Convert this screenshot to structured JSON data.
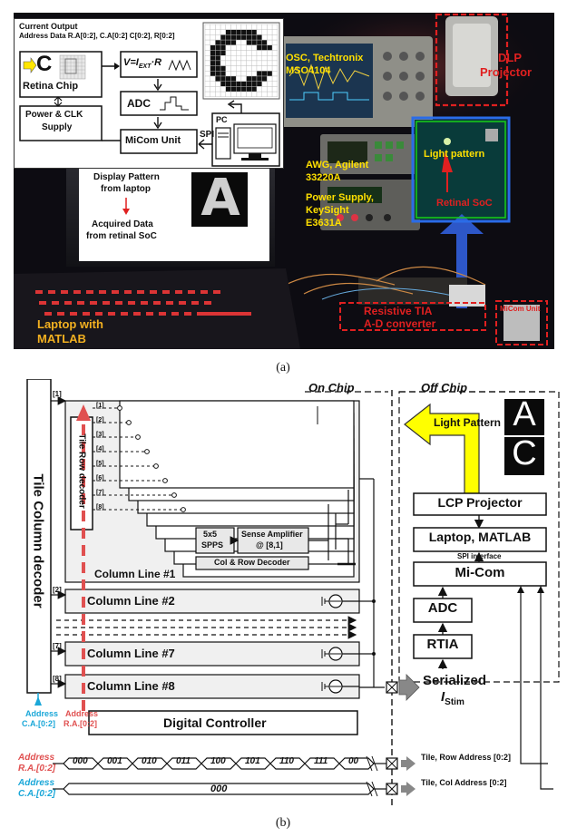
{
  "figure": {
    "caption_a": "(a)",
    "caption_b": "(b)"
  },
  "panel_a": {
    "inset": {
      "title": "Current Output",
      "address_line": "Address Data R.A[0:2], C.A[0:2] C[0:2], R[0:2]",
      "chip_letter": "C",
      "retina_chip": "Retina Chip",
      "power_clk_line1": "Power & CLK",
      "power_clk_line2": "Supply",
      "formula": "V=I",
      "formula_sub": "EXT",
      "formula_tail": "·R",
      "adc": "ADC",
      "micom": "MiCom Unit",
      "spi": "SPI",
      "pc": "PC"
    },
    "laptop": {
      "display_line1": "Display Pattern",
      "display_line2": "from laptop",
      "acquired_line1": "Acquired Data",
      "acquired_line2": "from retinal SoC",
      "acquired_letter": "A",
      "label_line1": "Laptop with",
      "label_line2": "MATLAB"
    },
    "instruments": {
      "osc_line1": "OSC, Techtronix",
      "osc_line2": "MSO4104",
      "awg_line1": "AWG, Agilent",
      "awg_line2": "33220A",
      "psu_line1": "Power Supply,",
      "psu_line2": "KeySight",
      "psu_line3": "E3631A",
      "dlp_line1": "DLP",
      "dlp_line2": "Projector",
      "light_pattern": "Light pattern",
      "retinal_soc": "Retinal SoC",
      "tia_line1": "Resistive TIA",
      "tia_line2": "A-D converter",
      "micom_unit": "MiCom Unit"
    },
    "colors": {
      "highlight_red": "#e02020",
      "highlight_yellow": "#ffe600",
      "highlight_green": "#18d018",
      "highlight_blue": "#2a6ce8"
    }
  },
  "panel_b": {
    "on_chip": "On Chip",
    "off_chip": "Off Chip",
    "tile_column_decoder": "Tile Column decoder",
    "tile_row_decoder": "Tile Row decoder",
    "input_index_1": "[1]",
    "row_indices": [
      "[1]",
      "[2]",
      "[3]",
      "[4]",
      "[5]",
      "[6]",
      "[7]",
      "[8]"
    ],
    "sspps_line1": "5x5",
    "sspps_line2": "SPPS",
    "sense_amp_line1": "Sense Amplifier",
    "sense_amp_line2": "@ [8,1]",
    "col_row_decoder": "Col & Row Decoder",
    "column_lines": [
      {
        "index": "[1]",
        "label": "Column Line #1"
      },
      {
        "index": "[2]",
        "label": "Column Line #2"
      },
      {
        "index": "[7]",
        "label": "Column Line #7"
      },
      {
        "index": "[8]",
        "label": "Column Line #8"
      }
    ],
    "digital_controller": "Digital Controller",
    "address_ca_line1": "Address",
    "address_ca_line2": "C.A.[0:2]",
    "address_ra_line1": "Address",
    "address_ra_line2": "R.A.[0:2]",
    "light_pattern": "Light Pattern",
    "letters": [
      "A",
      "C"
    ],
    "lcp_projector": "LCP Projector",
    "laptop_matlab": "Laptop, MATLAB",
    "spi_interface": "SPI interface",
    "micom": "Mi-Com",
    "adc": "ADC",
    "rtia": "RTIA",
    "serialized": "Serialized",
    "istim": "I",
    "istim_sub": "Stim",
    "timing": {
      "ra_label_line1": "Address",
      "ra_label_line2": "R.A.[0:2]",
      "ca_label_line1": "Address",
      "ca_label_line2": "C.A.[0:2]",
      "ra_values": [
        "000",
        "001",
        "010",
        "011",
        "100",
        "101",
        "110",
        "111",
        "00"
      ],
      "ca_value": "000",
      "tile_row_address": "Tile, Row Address [0:2]",
      "tile_col_address": "Tile, Col Address [0:2]"
    },
    "colors": {
      "ra_red": "#e05050",
      "ca_cyan": "#1aa7d8",
      "light_yellow": "#ffff00"
    }
  }
}
